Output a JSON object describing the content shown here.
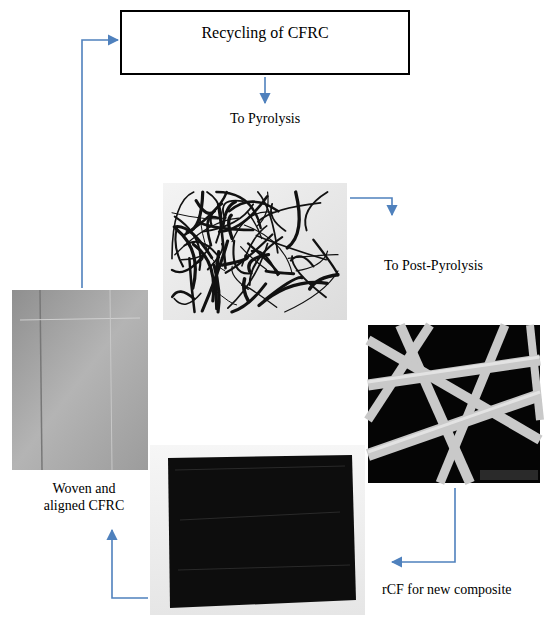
{
  "diagram": {
    "nodes": [
      {
        "text": [
          "Recycling of CFRC"
        ]
      }
    ],
    "labels": [
      "To Pyrolysis",
      "To Post-Pyrolysis",
      "rCF for new composite",
      "Woven and aligned CFRC"
    ]
  }
}
